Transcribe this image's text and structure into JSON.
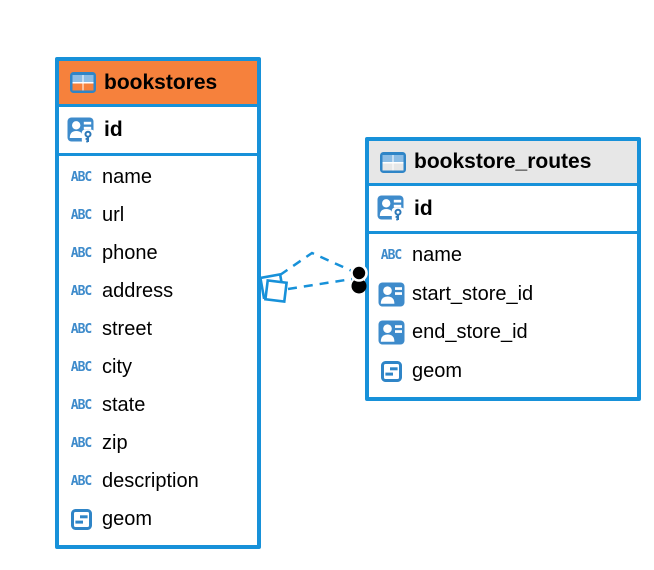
{
  "diagram": {
    "icons": {
      "text_type_glyph": "ABC"
    },
    "colors": {
      "accent_blue": "#1791D9",
      "icon_blue": "#3E8BCB",
      "bookstores_header": "#F6813C",
      "bookstore_routes_header": "#E7E7E7",
      "text_color": "#000000",
      "relationship_line": "#1791D9",
      "relationship_dot": "#000000"
    },
    "tables": [
      {
        "name": "bookstores",
        "primary_key": {
          "label": "id"
        },
        "columns": [
          {
            "label": "name",
            "type": "text"
          },
          {
            "label": "url",
            "type": "text"
          },
          {
            "label": "phone",
            "type": "text"
          },
          {
            "label": "address",
            "type": "text"
          },
          {
            "label": "street",
            "type": "text"
          },
          {
            "label": "city",
            "type": "text"
          },
          {
            "label": "state",
            "type": "text"
          },
          {
            "label": "zip",
            "type": "text"
          },
          {
            "label": "description",
            "type": "text"
          },
          {
            "label": "geom",
            "type": "geometry"
          }
        ]
      },
      {
        "name": "bookstore_routes",
        "primary_key": {
          "label": "id"
        },
        "columns": [
          {
            "label": "name",
            "type": "text"
          },
          {
            "label": "start_store_id",
            "type": "reference"
          },
          {
            "label": "end_store_id",
            "type": "reference"
          },
          {
            "label": "geom",
            "type": "geometry"
          }
        ]
      }
    ]
  }
}
